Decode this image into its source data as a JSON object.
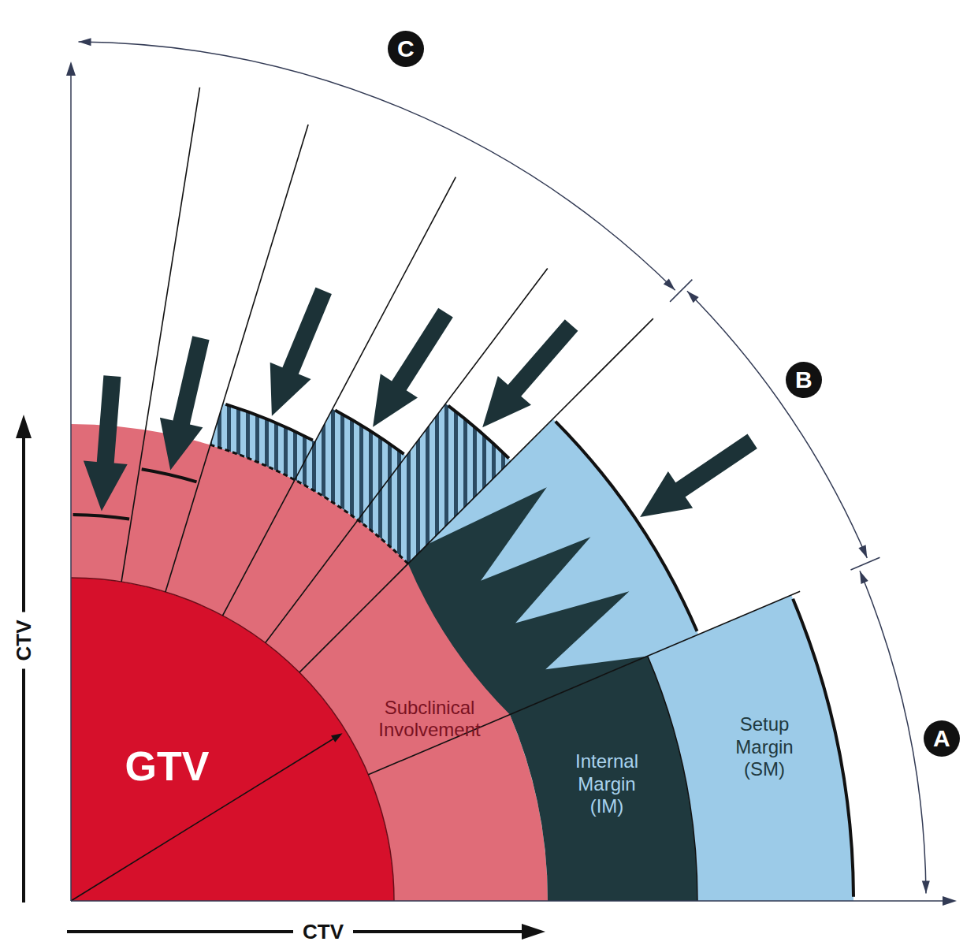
{
  "diagram": {
    "nodes": [
      {
        "text": [
          "GTV"
        ]
      },
      {
        "text": [
          "Subclinical Involvement"
        ]
      },
      {
        "text": [
          "Internal Margin (IM)"
        ]
      },
      {
        "text": [
          "Setup Margin (SM)"
        ]
      }
    ],
    "labels": [
      "C",
      "B",
      "A",
      "CTV",
      "CTV"
    ]
  }
}
